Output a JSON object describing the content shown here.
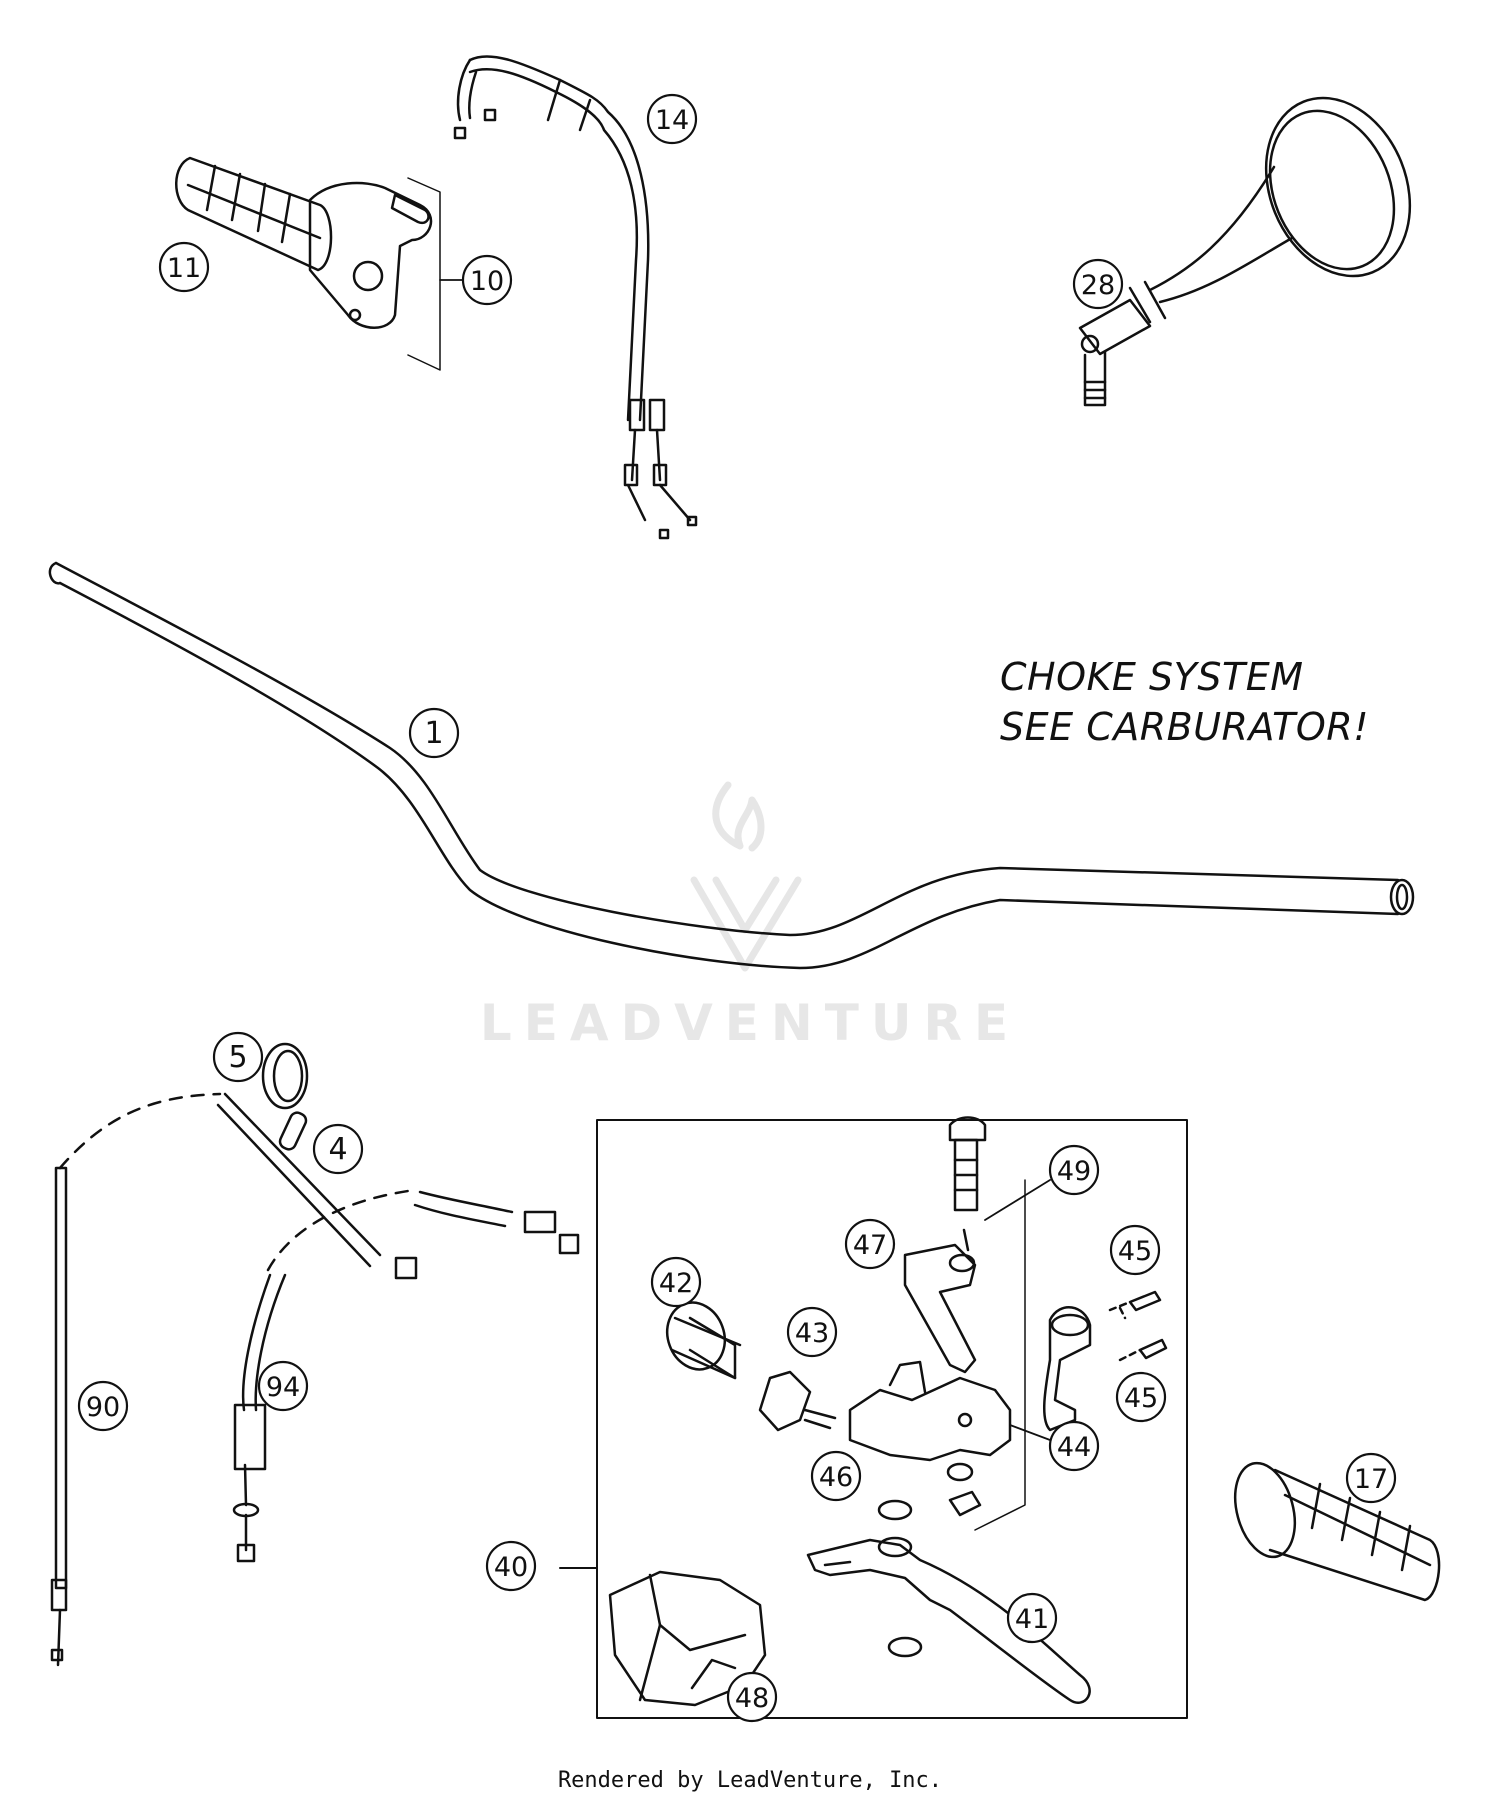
{
  "note": {
    "line1": "CHOKE SYSTEM",
    "line2": "SEE CARBURATOR!"
  },
  "footer": "Rendered by LeadVenture, Inc.",
  "watermark": "LEADVENTURE",
  "callouts": [
    {
      "id": "c1",
      "label": "1"
    },
    {
      "id": "c4",
      "label": "4"
    },
    {
      "id": "c5",
      "label": "5"
    },
    {
      "id": "c10",
      "label": "10"
    },
    {
      "id": "c11",
      "label": "11"
    },
    {
      "id": "c14",
      "label": "14"
    },
    {
      "id": "c17",
      "label": "17"
    },
    {
      "id": "c28",
      "label": "28"
    },
    {
      "id": "c40",
      "label": "40"
    },
    {
      "id": "c41",
      "label": "41"
    },
    {
      "id": "c42",
      "label": "42"
    },
    {
      "id": "c43",
      "label": "43"
    },
    {
      "id": "c44",
      "label": "44"
    },
    {
      "id": "c45a",
      "label": "45"
    },
    {
      "id": "c45b",
      "label": "45"
    },
    {
      "id": "c46",
      "label": "46"
    },
    {
      "id": "c47",
      "label": "47"
    },
    {
      "id": "c48",
      "label": "48"
    },
    {
      "id": "c49",
      "label": "49"
    },
    {
      "id": "c90",
      "label": "90"
    },
    {
      "id": "c94",
      "label": "94"
    }
  ]
}
